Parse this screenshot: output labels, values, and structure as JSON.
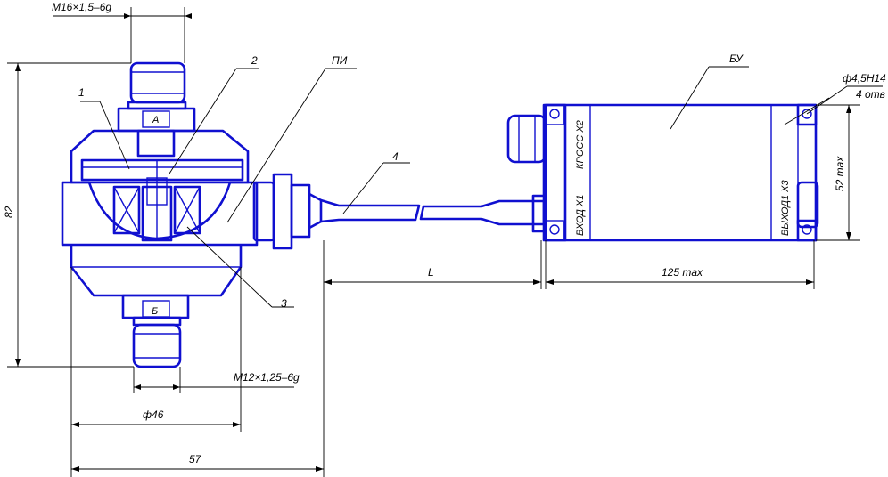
{
  "dimensions": {
    "thread_top": "М16×1,5–6g",
    "thread_bottom": "М12×1,25–6g",
    "height": "82",
    "diameter": "ф46",
    "width": "57",
    "cable_length": "L",
    "unit_length": "125 max",
    "unit_height": "52 max",
    "hole": "ф4,5Н14",
    "hole_count": "4 отв"
  },
  "callouts": {
    "part_1": "1",
    "part_2": "2",
    "part_3": "3",
    "part_4": "4",
    "sensor": "ПИ",
    "control_unit": "БУ"
  },
  "ports": {
    "inlet_a": "А",
    "outlet_b": "Б",
    "input_x1": "ВХОД Х1",
    "cross_x2": "КРОСС Х2",
    "output_x3": "ВЫХОД1 Х3"
  },
  "colors": {
    "outline": "#1010d0",
    "dimension": "#000000"
  }
}
